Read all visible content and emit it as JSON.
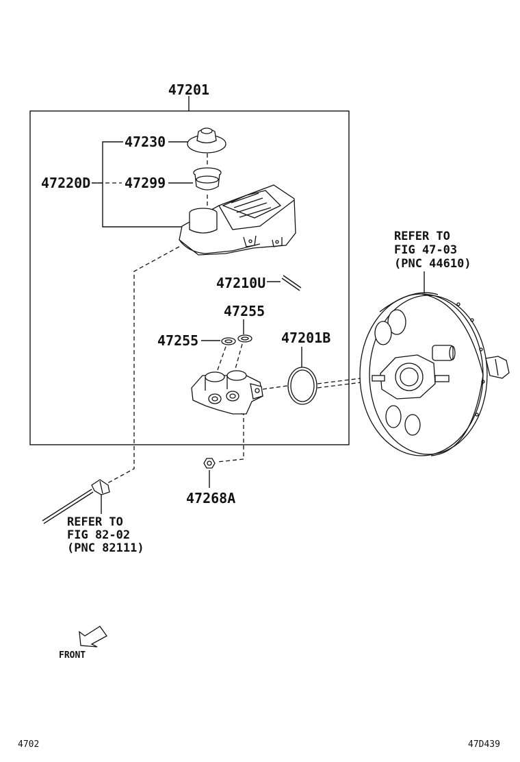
{
  "labels": {
    "assembly": "47201",
    "cap": "47230",
    "strainer": "47299",
    "reservoir_sub": "47220D",
    "pin": "47210U",
    "grommet_a": "47255",
    "grommet_b": "47255",
    "oring": "47201B",
    "nut": "47268A"
  },
  "refs": {
    "booster": [
      "REFER TO",
      "FIG 47-03",
      "(PNC 44610)"
    ],
    "switch": [
      "REFER TO",
      "FIG 82-02",
      "(PNC 82111)"
    ]
  },
  "front_label": "FRONT",
  "footer": {
    "page": "4702",
    "figure_id": "47D439"
  }
}
